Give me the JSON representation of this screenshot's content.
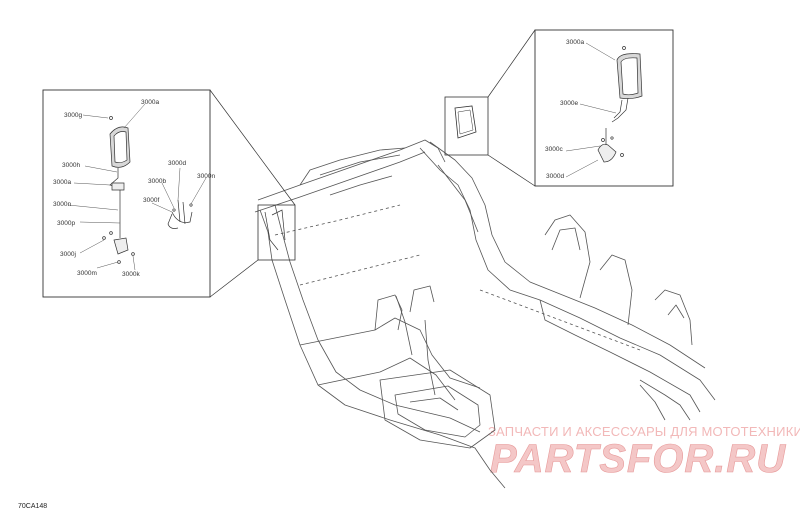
{
  "diagram": {
    "code": "70CA148",
    "callouts_left": [
      "3000g",
      "3000a",
      "3000h",
      "3000a",
      "3000n",
      "3000p",
      "3000j",
      "3000m",
      "3000k",
      "3000d",
      "3000b",
      "3000n",
      "3000f"
    ],
    "callouts_right": [
      "3000a",
      "3000e",
      "3000c",
      "3000d"
    ]
  },
  "watermark": {
    "line1": "ЗАПЧАСТИ И АКСЕССУАРЫ ДЛЯ МОТОТЕХНИКИ",
    "line2": "PARTSFOR.RU"
  },
  "colors": {
    "line": "#555555",
    "watermark": "#f2b8b8",
    "zoom_bg": "#e6e6e6"
  }
}
